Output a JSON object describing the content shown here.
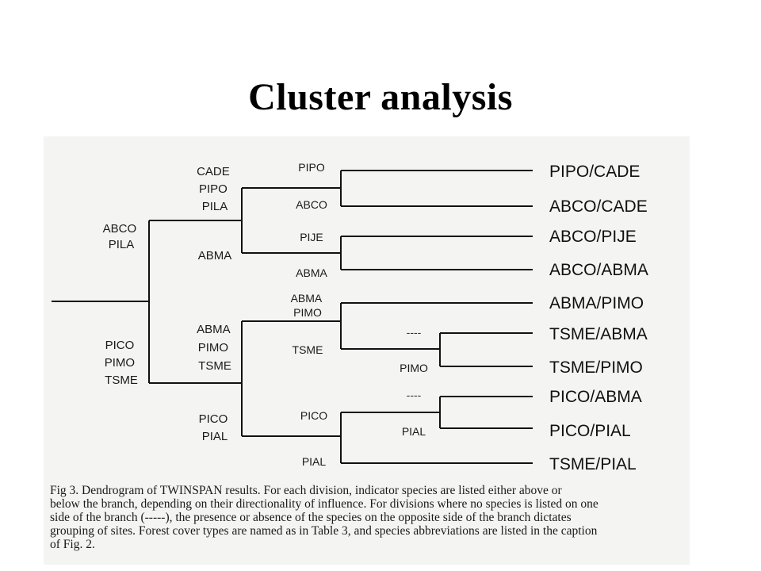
{
  "title": "Cluster analysis",
  "dendrogram": {
    "root": {
      "top_labels": [
        "ABCO",
        "PILA"
      ],
      "bottom_labels": [
        "PICO",
        "PIMO",
        "TSME"
      ]
    },
    "upper_group": {
      "top_labels": [
        "CADE",
        "PIPO",
        "PILA"
      ],
      "bottom_labels": [
        "ABMA"
      ],
      "a": {
        "top": "PIPO",
        "bottom": "ABCO"
      },
      "b": {
        "top": "PIJE",
        "bottom": "ABMA"
      }
    },
    "lower_group": {
      "top_labels": [
        "ABMA",
        "PIMO",
        "TSME"
      ],
      "bottom_labels": [
        "PICO",
        "PIAL"
      ],
      "c": {
        "top_labels": [
          "ABMA",
          "PIMO"
        ],
        "bottom": "TSME"
      },
      "c_inner": {
        "top": "----",
        "bottom": "PIMO"
      },
      "d": {
        "top": "PICO",
        "bottom": "PIAL"
      },
      "d_inner": {
        "top": "----",
        "bottom": "PIAL"
      }
    },
    "leaves": [
      {
        "a": "PIPO",
        "b": "CADE"
      },
      {
        "a": "ABCO",
        "b": "CADE"
      },
      {
        "a": "ABCO",
        "b": "PIJE"
      },
      {
        "a": "ABCO",
        "b": "ABMA"
      },
      {
        "a": "ABMA",
        "b": "PIMO"
      },
      {
        "a": "TSME",
        "b": "ABMA"
      },
      {
        "a": "TSME",
        "b": "PIMO"
      },
      {
        "a": "PICO",
        "b": "ABMA"
      },
      {
        "a": "PICO",
        "b": "PIAL"
      },
      {
        "a": "TSME",
        "b": "PIAL"
      }
    ]
  },
  "caption": [
    "Fig 3.   Dendrogram of TWINSPAN results. For each division, indicator species are listed either above or",
    "below the branch, depending on their directionality of influence. For divisions where no species is listed on one",
    "side of the branch (-----), the presence or absence of the species on the opposite side of the branch dictates",
    "grouping of sites. Forest cover types are named as in Table 3, and species abbreviations are listed in the caption",
    "of Fig. 2."
  ]
}
